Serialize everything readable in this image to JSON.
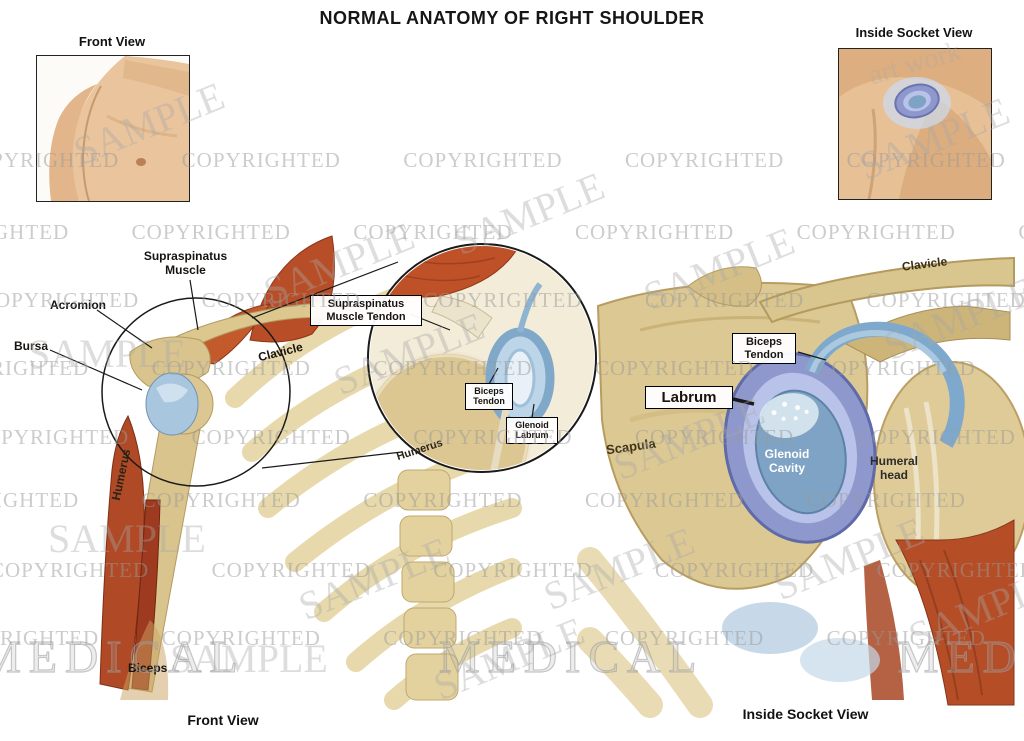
{
  "title": "NORMAL ANATOMY OF RIGHT SHOULDER",
  "insets": {
    "front": {
      "title": "Front View"
    },
    "socket": {
      "title": "Inside Socket View"
    }
  },
  "front_view": {
    "caption": "Front View",
    "labels": {
      "supraspinatus_muscle": "Supraspinatus\nMuscle",
      "acromion": "Acromion",
      "bursa": "Bursa",
      "clavicle": "Clavicle",
      "humerus": "Humerus",
      "biceps": "Biceps"
    }
  },
  "magnified_view": {
    "labels": {
      "supraspinatus_muscle_tendon": "Supraspinatus\nMuscle Tendon",
      "biceps_tendon": "Biceps\nTendon",
      "glenoid_labrum": "Glenoid\nLabrum",
      "humerus": "Humerus"
    }
  },
  "socket_view": {
    "caption": "Inside Socket View",
    "labels": {
      "clavicle": "Clavicle",
      "biceps_tendon": "Biceps\nTendon",
      "labrum": "Labrum",
      "scapula": "Scapula",
      "glenoid_cavity": "Glenoid\nCavity",
      "humeral_head": "Humeral\nhead"
    }
  },
  "watermark": {
    "copyrighted": "COPYRIGHTED",
    "sample": "SAMPLE",
    "medical": "MEDICAL",
    "artwork": "art work"
  },
  "colors": {
    "bone": "#d9c48e",
    "bone_light": "#e9dcb4",
    "muscle": "#b54e27",
    "muscle_dark": "#83351a",
    "cartilage_blue": "#7fa3c4",
    "labrum_purple": "#8f98cc",
    "skin": "#e9c49c",
    "watermark_gray": "#9a9a9a"
  }
}
